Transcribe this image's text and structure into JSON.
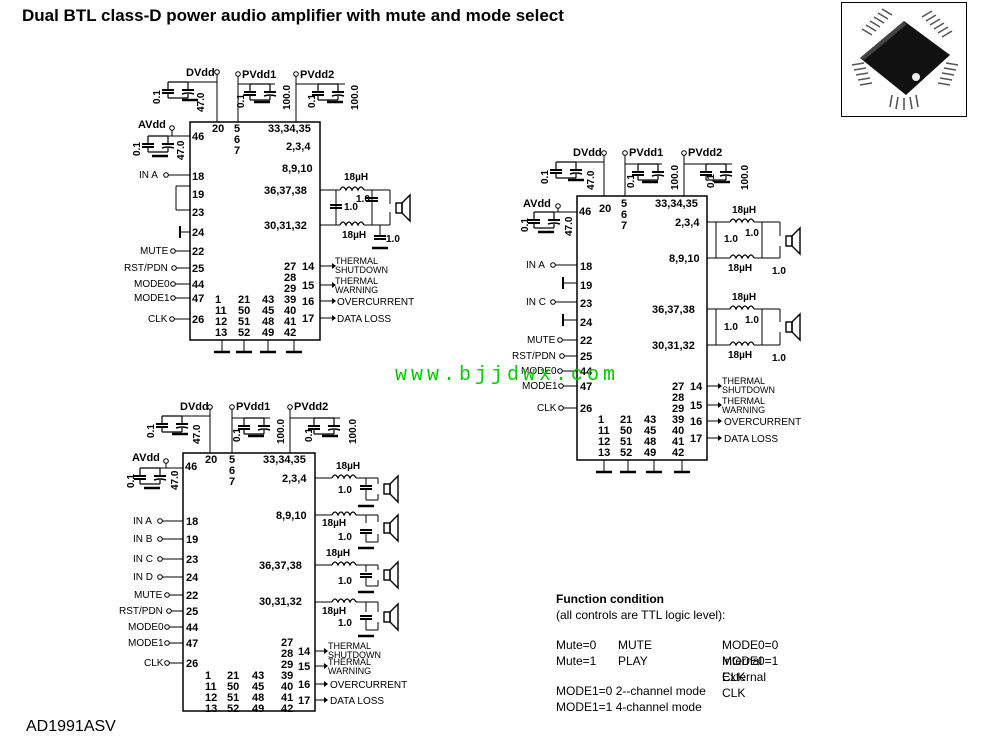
{
  "title": "Dual BTL class-D power audio amplifier with mute and mode select",
  "part_number": "AD1991ASV",
  "watermark": "www.bjjdwx.com",
  "rails": {
    "dvdd": "DVdd",
    "pvdd1": "PVdd1",
    "pvdd2": "PVdd2",
    "avdd": "AVdd"
  },
  "caps": {
    "c01": "0.1",
    "c47": "47.0",
    "c100": "100.0",
    "c10": "1.0",
    "l18": "18µH"
  },
  "pins": {
    "top_20": "20",
    "top_5": "5",
    "top_6": "6",
    "top_7": "7",
    "top_33": "33,34,35",
    "p46": "46",
    "p234": "2,3,4",
    "p8910": "8,9,10",
    "p363738": "36,37,38",
    "p303132": "30,31,32",
    "p18": "18",
    "p19": "19",
    "p23": "23",
    "p24": "24",
    "p22": "22",
    "p25": "25",
    "p44": "44",
    "p47": "47",
    "p26": "26",
    "p27": "27",
    "p28": "28",
    "p29": "29",
    "p39": "39",
    "p40": "40",
    "p41": "41",
    "p42": "42",
    "p14": "14",
    "p15": "15",
    "p16": "16",
    "p17": "17",
    "p1": "1",
    "p11": "11",
    "p12": "12",
    "p13": "13",
    "p21": "21",
    "p50": "50",
    "p51": "51",
    "p52": "52",
    "p43": "43",
    "p45": "45",
    "p48": "48",
    "p49": "49"
  },
  "inputs": {
    "ina": "IN A",
    "inb": "IN B",
    "inc": "IN C",
    "ind": "IN D",
    "mute": "MUTE",
    "rst": "RST/PDN",
    "mode0": "MODE0",
    "mode1": "MODE1",
    "clk": "CLK"
  },
  "outputs": {
    "thermal": "THERMAL",
    "shutdown": "SHUTDOWN",
    "warning": "WARNING",
    "overcurrent": "OVERCURRENT",
    "dataloss": "DATA LOSS"
  },
  "function": {
    "heading": "Function condition",
    "subheading": "(all controls are TTL logic level):",
    "mute0": "Mute=0",
    "mute0_desc": "MUTE",
    "mute1": "Mute=1",
    "mute1_desc": "PLAY",
    "mode0_0": "MODE0=0  Internal CLK",
    "mode0_1": "MODE0=1   External CLK",
    "mode1_0": "MODE1=0   2--channel mode",
    "mode1_1": "MODE1=1   4-channel mode"
  }
}
